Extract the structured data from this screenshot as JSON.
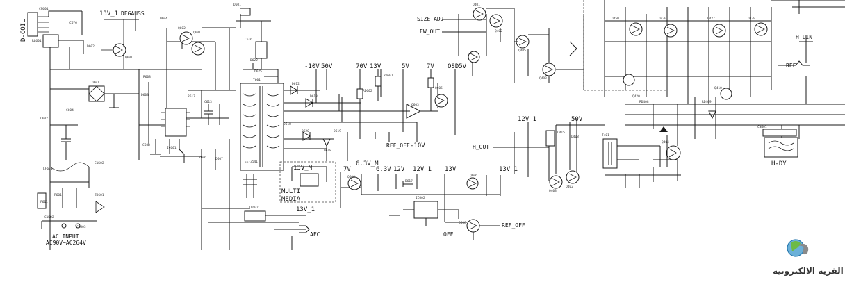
{
  "labels": {
    "d_coil": "D-COIL",
    "v13_top": "13V_1",
    "degauss": "DEGAUSS",
    "size_adj": "SIZE_ADJ",
    "ew_out": "EW_OUT",
    "neg10v": "-10V",
    "v50": "50V",
    "v70": "70V",
    "v13_mid": "13V",
    "v5": "5V",
    "v7": "7V",
    "osd5v": "OSD5V",
    "ref_off_mid": "REF_OFF",
    "neg10v_b": "-10V",
    "v12_right": "12V_1",
    "v50_right": "50V",
    "h_out": "H_OUT",
    "v13_m": "13V_M",
    "multi": "MULTI",
    "media": "MEDIA",
    "v7_b": "7V",
    "v63_m": "6.3V_M",
    "v63": "6.3V",
    "v12": "12V",
    "v12_1": "12V_1",
    "v13": "13V",
    "v13_1_a": "13V_1",
    "v13_1_b": "13V_1",
    "afc": "AFC",
    "off": "OFF",
    "ref_off": "REF_OFF",
    "ac_input": "AC INPUT",
    "ac_range": "AC90V~AC264V",
    "h_dy": "H-DY",
    "h_lin": "H_LIN",
    "ref": "REF",
    "logo_text": "القرية الالكترونية"
  },
  "parts": {
    "tdx": "T601",
    "ic602": "IC602"
  }
}
